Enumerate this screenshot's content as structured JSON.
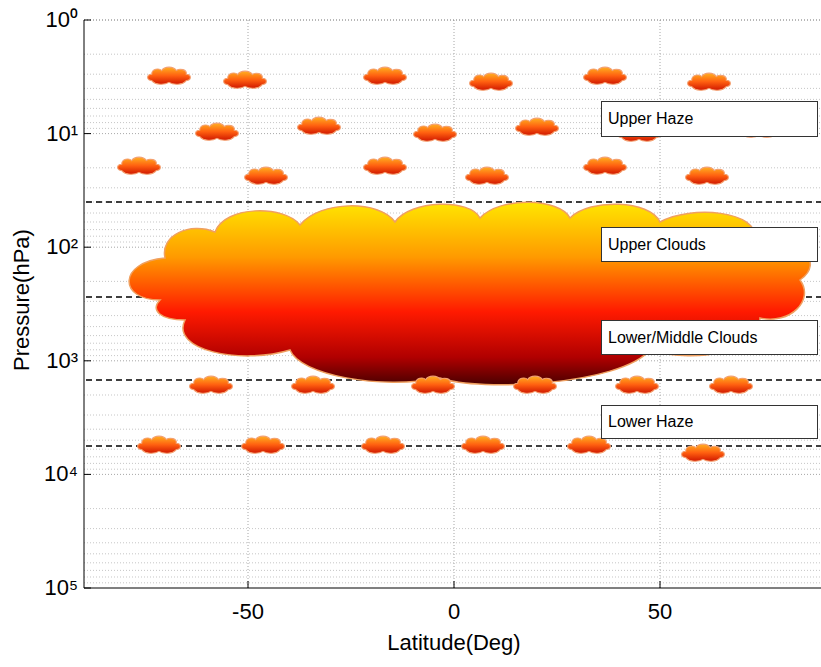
{
  "diagram": {
    "nodes": [
      {
        "text": [
          "Upper Haze"
        ]
      },
      {
        "text": [
          "Upper Clouds"
        ]
      },
      {
        "text": [
          "Lower/Middle Clouds"
        ]
      },
      {
        "text": [
          "Lower Haze"
        ]
      }
    ],
    "labels": [
      "10⁰",
      "10¹",
      "10²",
      "10³",
      "10⁴",
      "10⁵",
      "Pressure(hPa)",
      "-50",
      "0",
      "50",
      "Latitude(Deg)"
    ]
  }
}
